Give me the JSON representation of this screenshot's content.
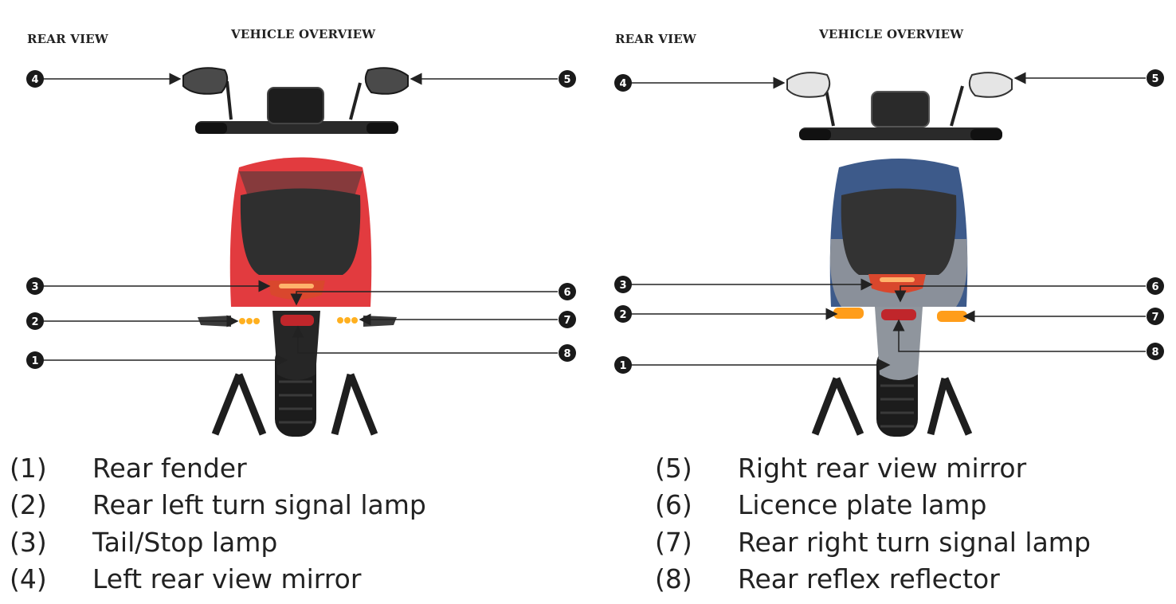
{
  "panels": [
    {
      "header_left": "REAR VIEW",
      "header_center": "VEHICLE OVERVIEW",
      "body_color": "#e23b3f",
      "callouts": [
        "1",
        "2",
        "3",
        "4",
        "5",
        "6",
        "7",
        "8"
      ]
    },
    {
      "header_left": "REAR VIEW",
      "header_center": "VEHICLE OVERVIEW",
      "body_color": "#3d5a8a",
      "callouts": [
        "1",
        "2",
        "3",
        "4",
        "5",
        "6",
        "7",
        "8"
      ]
    }
  ],
  "legend": [
    {
      "num": "(1)",
      "label": "Rear fender"
    },
    {
      "num": "(2)",
      "label": "Rear left turn signal lamp"
    },
    {
      "num": "(3)",
      "label": "Tail/Stop lamp"
    },
    {
      "num": "(4)",
      "label": "Left rear view mirror"
    },
    {
      "num": "(5)",
      "label": "Right rear view mirror"
    },
    {
      "num": "(6)",
      "label": "Licence plate lamp"
    },
    {
      "num": "(7)",
      "label": "Rear right turn signal lamp"
    },
    {
      "num": "(8)",
      "label": "Rear reflex reflector"
    }
  ]
}
